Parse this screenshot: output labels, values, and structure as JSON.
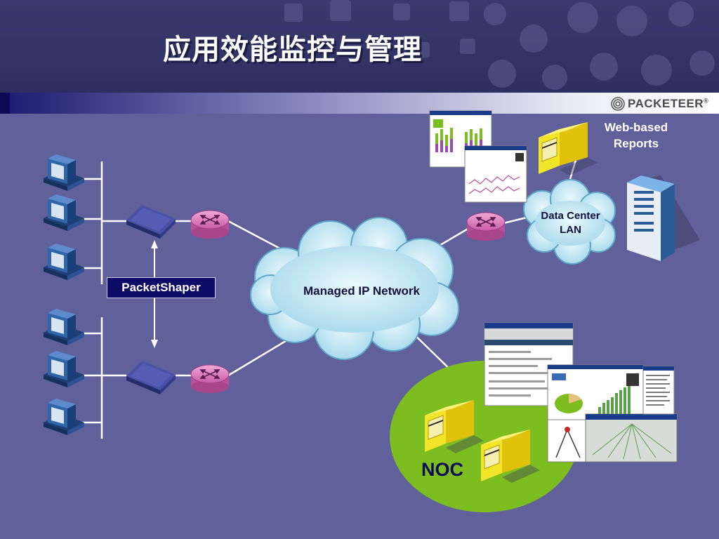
{
  "slide": {
    "title": "应用效能监控与管理",
    "logo_text": "PACKETEER",
    "logo_mark": "®"
  },
  "labels": {
    "web_line1": "Web-based",
    "web_line2": "Reports",
    "dc_line1": "Data Center",
    "dc_line2": "LAN",
    "managed_ip": "Managed IP Network",
    "packetshaper": "PacketShaper",
    "noc": "NOC"
  },
  "colors": {
    "background": "#60609a",
    "header_dark": "#35356a",
    "cloud": "#a8dcee",
    "noc_green": "#7cbe1f",
    "router_pink": "#d670b4",
    "server_yellow": "#f2dc1c",
    "pc_blue": "#2a5c98"
  }
}
